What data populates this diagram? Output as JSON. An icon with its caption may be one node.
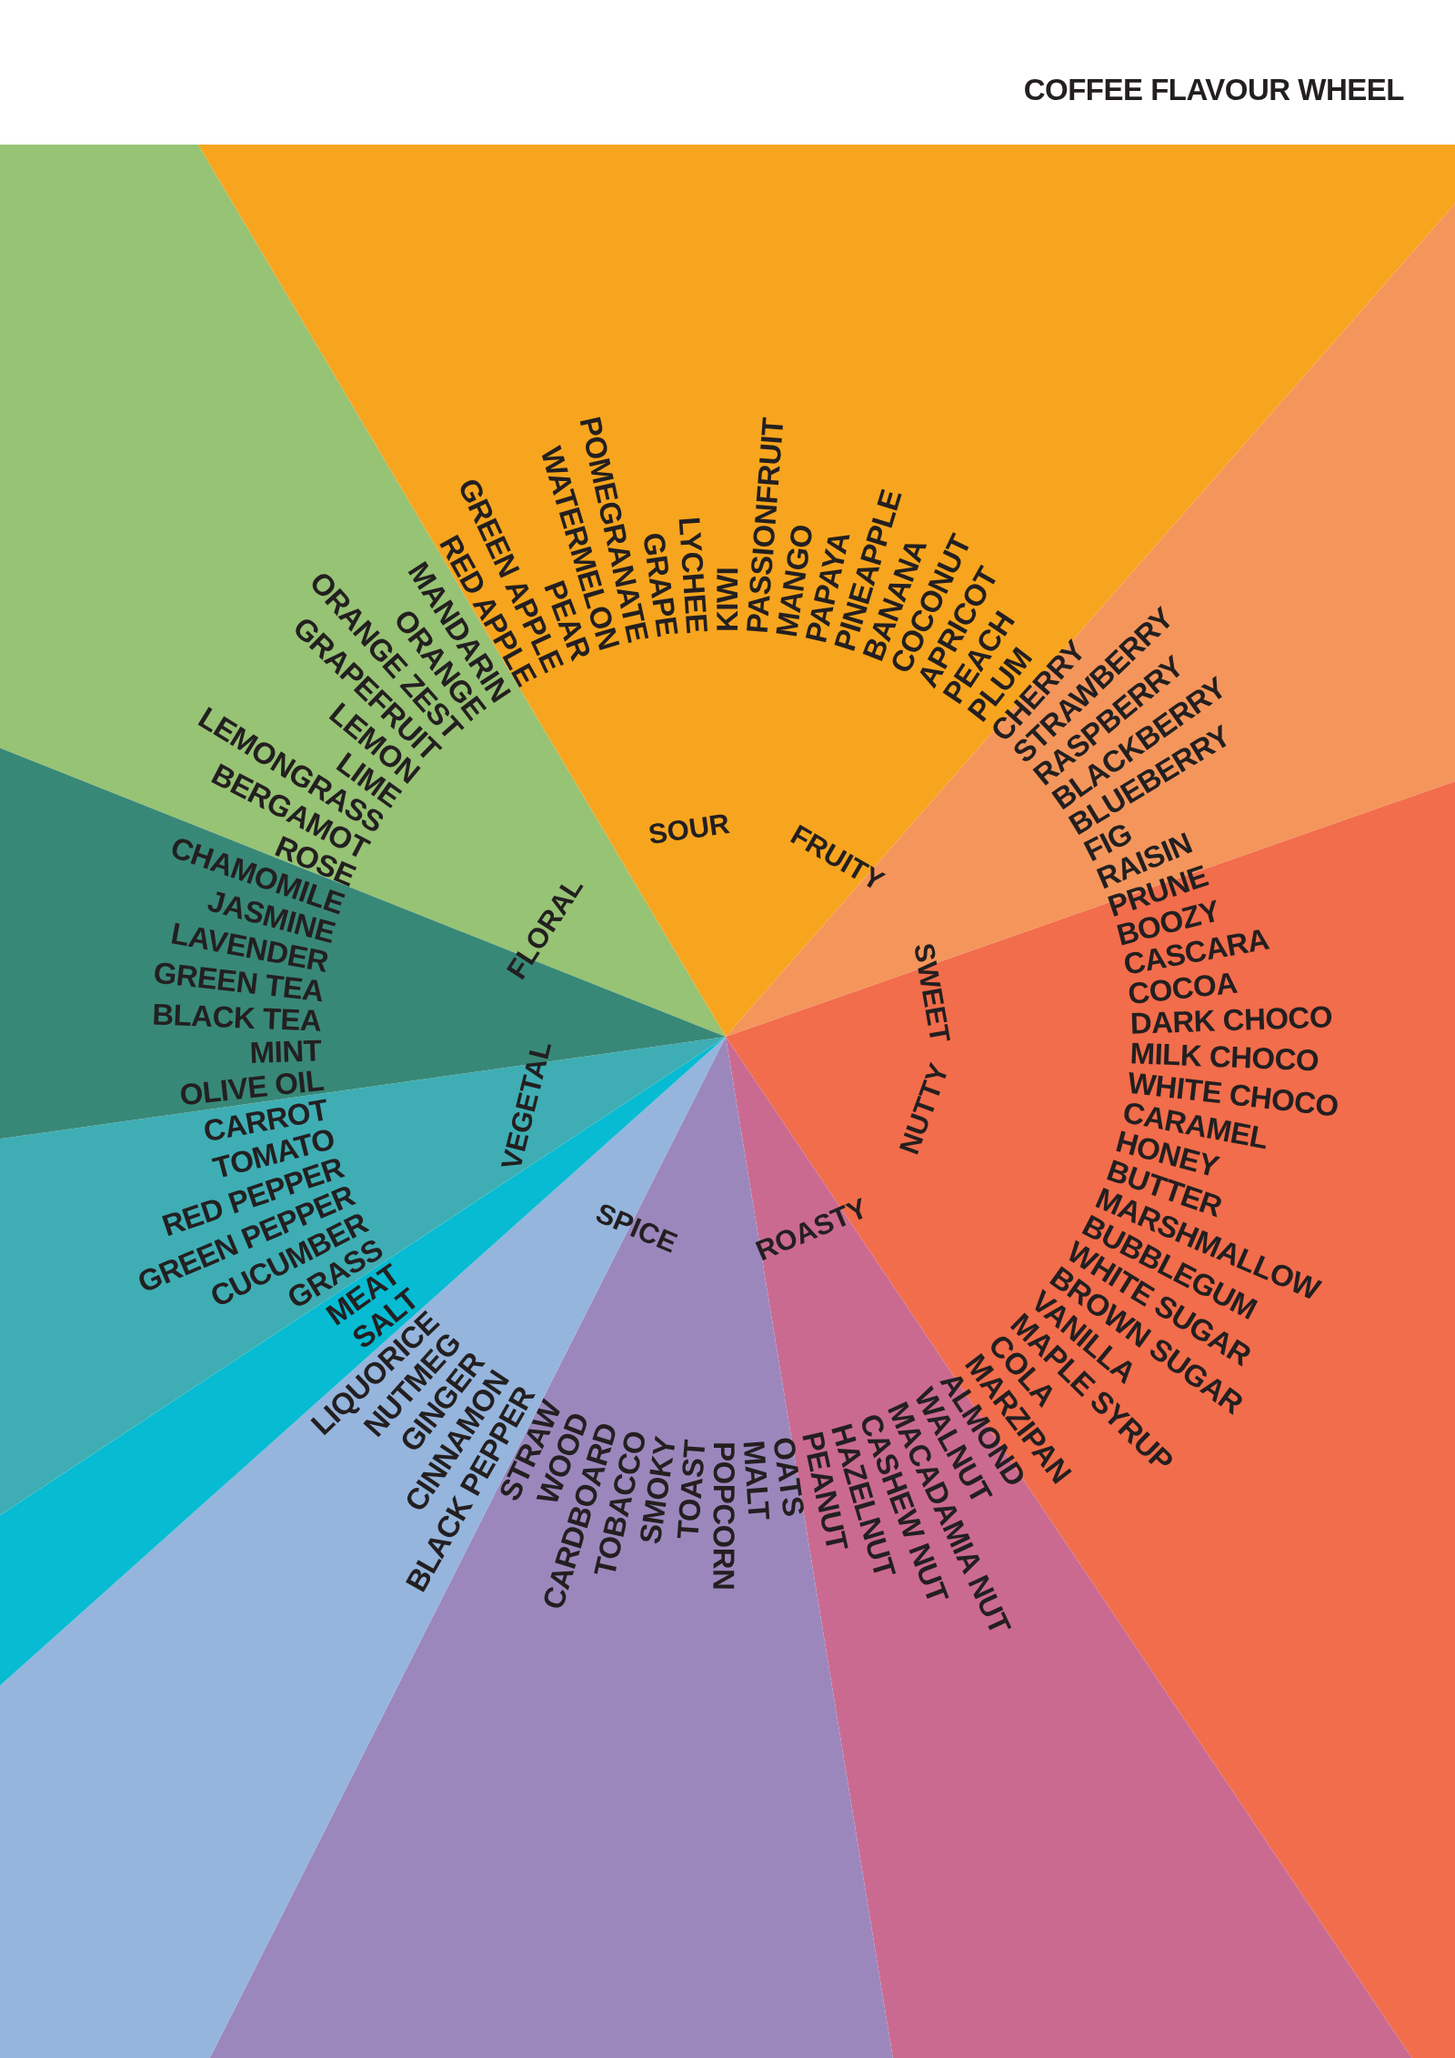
{
  "diagram": {
    "title": "COFFEE FLAVOUR WHEEL",
    "labels": [
      "FLORAL",
      "SOUR",
      "FRUITY",
      "SWEET",
      "NUTTY",
      "SPICE",
      "ROASTY",
      "VEGETAL",
      "LEMONGRASS",
      "LIME",
      "LEMON",
      "GRAPEFRUIT",
      "ORANGE ZEST",
      "ORANGE",
      "MANDARIN",
      "RED APPLE",
      "GREEN APPLE",
      "PEAR",
      "WATERMELON",
      "POMEGRANATE",
      "GRAPE",
      "LYCHEE",
      "KIWI",
      "PASSIONFRUIT",
      "MANGO",
      "PAPAYA",
      "PINEAPPLE",
      "BANANA",
      "COCONUT",
      "APRICOT",
      "PEACH",
      "PLUM",
      "CHERRY",
      "STRAWBERRY",
      "RASPBERRY",
      "BLACKBERRY",
      "BLUEBERRY",
      "FIG",
      "RAISIN",
      "PRUNE",
      "BOOZY",
      "CASCARA",
      "COCOA",
      "DARK CHOCO",
      "MILK CHOCO",
      "WHITE CHOCO",
      "CARAMEL",
      "HONEY",
      "BUTTER",
      "MARSHMALLOW",
      "BUBBLEGUM",
      "WHITE SUGAR",
      "BROWN SUGAR",
      "VANILLA",
      "MAPLE SYRUP",
      "BERGAMOT",
      "ROSE",
      "CHAMOMILE",
      "JASMINE",
      "LAVENDER",
      "GREEN TEA",
      "BLACK TEA",
      "MINT",
      "OLIVE OIL",
      "CARROT",
      "TOMATO",
      "RED PEPPER",
      "GREEN PEPPER",
      "CUCUMBER",
      "GRASS",
      "MEAT",
      "SALT",
      "LIQUORICE",
      "NUTMEG",
      "GINGER",
      "CINNAMON",
      "BLACK PEPPER",
      "STRAW",
      "WOOD",
      "CARDBOARD",
      "TOBACCO",
      "SMOKY",
      "TOAST",
      "POPCORN",
      "MALT",
      "OATS",
      "PEANUT",
      "HAZELNUT",
      "CASHEW NUT",
      "MACADAMIA NUT",
      "WALNUT",
      "ALMOND",
      "MARZIPAN",
      "COLA"
    ]
  }
}
